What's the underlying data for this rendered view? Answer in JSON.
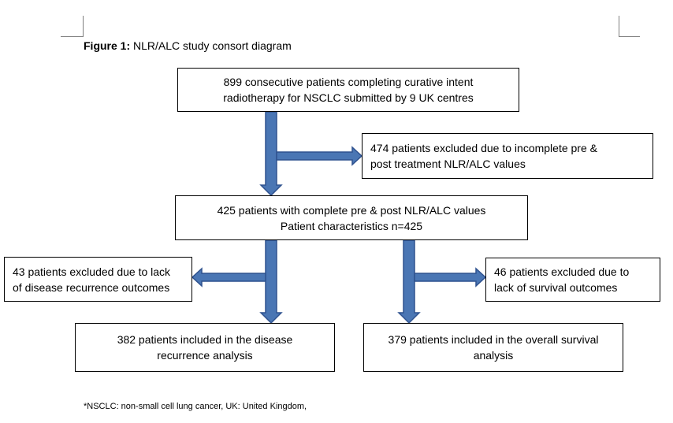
{
  "caption": {
    "bold": "Figure 1:",
    "text": " NLR/ALC study consort diagram"
  },
  "boxes": {
    "start": {
      "line1": "899 consecutive patients completing curative intent",
      "line2": "radiotherapy for NSCLC submitted by 9 UK centres"
    },
    "exclusion_incomplete": {
      "line1": "474 patients excluded due to incomplete pre &",
      "line2": "post treatment NLR/ALC values"
    },
    "complete": {
      "line1": "425 patients with complete pre & post NLR/ALC values",
      "line2": "Patient characteristics n=425"
    },
    "exclusion_recurrence": {
      "line1": "43 patients excluded due to lack",
      "line2": "of disease recurrence outcomes"
    },
    "exclusion_survival": {
      "line1": "46 patients excluded due to",
      "line2": "lack of survival outcomes"
    },
    "recurrence_analysis": {
      "line1": "382 patients included in the disease",
      "line2": "recurrence analysis"
    },
    "survival_analysis": {
      "line1": "379 patients included in the overall survival",
      "line2": "analysis"
    }
  },
  "footnote": "*NSCLC: non-small cell lung cancer, UK: United Kingdom,",
  "colors": {
    "arrow_fill": "#4a76b4",
    "arrow_stroke": "#2f528f"
  }
}
